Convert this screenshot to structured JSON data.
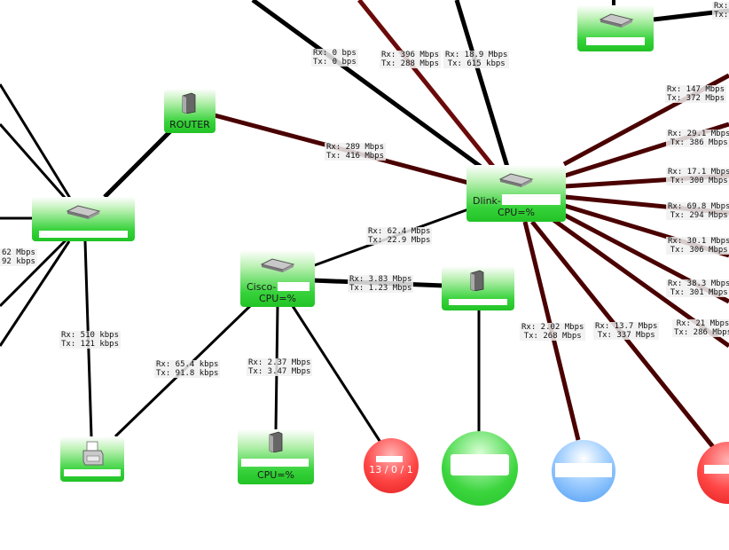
{
  "colors": {
    "node_green": "#36d23a",
    "link_black": "#000000",
    "link_dark_red": "#4a0000",
    "link_red": "#6b0a0a",
    "status_red": "#ff4545",
    "status_blue": "#4a9bf5"
  },
  "nodes": {
    "router": {
      "name": "ROUTER",
      "icon": "router-icon"
    },
    "dlink": {
      "name": "Dlink-",
      "cpu": "CPU=%",
      "icon": "switch-icon"
    },
    "cisco": {
      "name": "Cisco-",
      "cpu": "CPU=%",
      "icon": "switch-icon"
    },
    "server_bottom": {
      "cpu": "CPU=%",
      "icon": "server-icon"
    },
    "printer": {
      "icon": "printer-icon"
    },
    "red_circle": {
      "text": "13 / 0 / 1"
    }
  },
  "links": [
    {
      "rx": "Rx: 0 bps",
      "tx": "Tx: 0 bps"
    },
    {
      "rx": "Rx: 396 Mbps",
      "tx": "Tx: 288 Mbps"
    },
    {
      "rx": "Rx: 18.9 Mbps",
      "tx": "Tx: 615 kbps"
    },
    {
      "rx": "Rx: 289 Mbps",
      "tx": "Tx: 416 Mbps"
    },
    {
      "rx": "Rx: 62.4 Mbps",
      "tx": "Tx: 22.9 Mbps"
    },
    {
      "rx": "Rx: 3.83 Mbps",
      "tx": "Tx: 1.23 Mbps"
    },
    {
      "rx": "Rx: 65.4 kbps",
      "tx": "Tx: 91.8 kbps"
    },
    {
      "rx": "Rx: 2.37 Mbps",
      "tx": "Tx: 3.47 Mbps"
    },
    {
      "rx": "Rx: 510 kbps",
      "tx": "Tx: 121 kbps"
    },
    {
      "rx": "Rx: 2.02 Mbps",
      "tx": "Tx: 268 Mbps"
    },
    {
      "rx": "Rx: 13.7 Mbps",
      "tx": "Tx: 337 Mbps"
    },
    {
      "rx": "Rx: 147 Mbps",
      "tx": "Tx: 372 Mbps"
    },
    {
      "rx": "Rx: 29.1 Mbps",
      "tx": "Tx: 386 Mbps"
    },
    {
      "rx": "Rx: 17.1 Mbps",
      "tx": "Tx: 300 Mbps"
    },
    {
      "rx": "Rx: 69.8 Mbps",
      "tx": "Tx: 294 Mbps"
    },
    {
      "rx": "Rx: 30.1 Mbps",
      "tx": "Tx: 306 Mbps"
    },
    {
      "rx": "Rx: 38.3 Mbps",
      "tx": "Tx: 301 Mbps"
    },
    {
      "rx": "Rx: 21 Mbps",
      "tx": "Tx: 286 Mbps"
    },
    {
      "rx": "62 Mbps",
      "tx": "92 kbps"
    },
    {
      "rx": "Rx:",
      "tx": "Tx:"
    }
  ]
}
